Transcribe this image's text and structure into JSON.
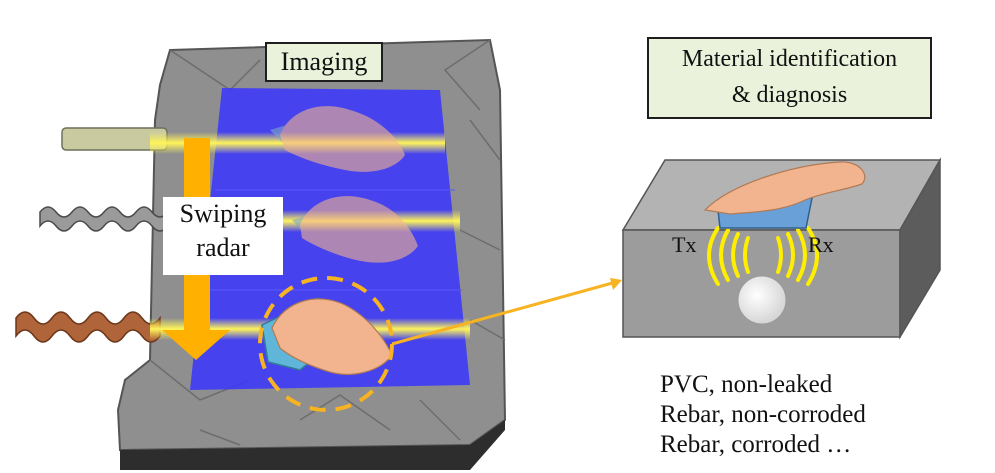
{
  "labels": {
    "imaging": "Imaging",
    "material_line1": "Material identification",
    "material_line2": "& diagnosis",
    "radar_line1": "Swiping",
    "radar_line2": "radar",
    "tx": "Tx",
    "rx": "Rx"
  },
  "results": [
    "PVC, non-leaked",
    "Rebar, non-corroded",
    "Rebar, corroded …"
  ],
  "colors": {
    "scan_plane": "#3a36ff",
    "scan_line": "#fff45a",
    "swipe_arrow": "#ffb000",
    "callout": "#f7b321",
    "wave": "#ffee00",
    "concrete": "#8f8f8f",
    "block_top": "#b3b3b3",
    "block_front": "#9c9c9c",
    "block_side": "#5c5c5c",
    "skin": "#f2b48e",
    "sensor": "#6aa0d8"
  }
}
